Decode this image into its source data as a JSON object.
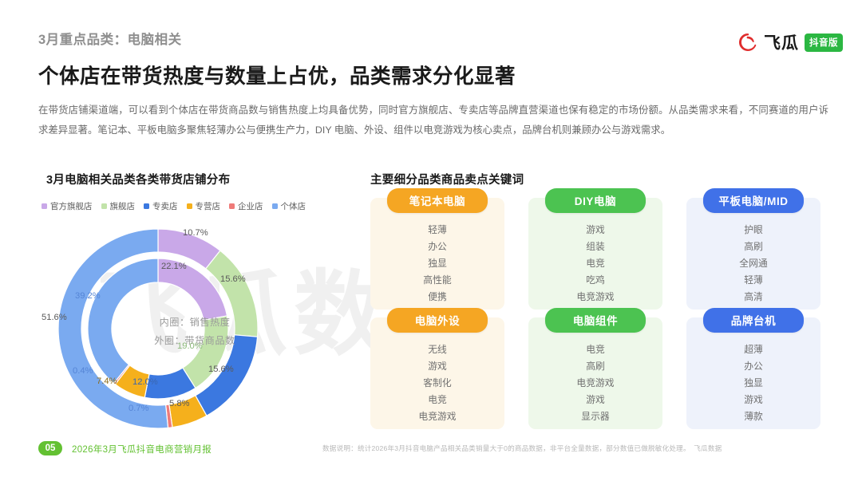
{
  "header": {
    "eyebrow": "3月重点品类：电脑相关",
    "headline": "个体店在带货热度与数量上占优，品类需求分化显著",
    "logo_text": "飞瓜",
    "logo_badge": "抖音版"
  },
  "lede": "在带货店铺渠道端，可以看到个体店在带货商品数与销售热度上均具备优势，同时官方旗舰店、专卖店等品牌直营渠道也保有稳定的市场份额。从品类需求来看，不同赛道的用户诉求差异显著。笔记本、平板电脑多聚焦轻薄办公与便携生产力，DIY 电脑、外设、组件以电竞游戏为核心卖点，品牌台机则兼顾办公与游戏需求。",
  "watermark": "飞瓜数据",
  "sections": {
    "chart_title": "3月电脑相关品类各类带货店铺分布",
    "cards_title": "主要细分品类商品卖点关键词"
  },
  "donut_center": {
    "inner_label": "内圈：销售热度",
    "outer_label": "外圈：带货商品数"
  },
  "chart_data": {
    "type": "pie",
    "title": "3月电脑相关品类各类带货店铺分布",
    "subtitle": "内圈：销售热度　外圈：带货商品数",
    "legend_position": "top",
    "categories": [
      "官方旗舰店",
      "旗舰店",
      "专卖店",
      "专营店",
      "企业店",
      "个体店"
    ],
    "colors": [
      "#c9a8e8",
      "#c2e3aa",
      "#3b78e0",
      "#f5b01c",
      "#ef7b79",
      "#7aaaf0"
    ],
    "series": [
      {
        "name": "销售热度",
        "ring": "inner",
        "values": [
          22.1,
          19.0,
          12.0,
          7.4,
          0.4,
          39.2
        ],
        "labels": [
          "22.1%",
          "19.0%",
          "12.0%",
          "7.4%",
          "0.4%",
          "39.2%"
        ]
      },
      {
        "name": "带货商品数",
        "ring": "outer",
        "values": [
          10.7,
          15.6,
          15.6,
          5.8,
          0.7,
          51.6
        ],
        "labels": [
          "10.7%",
          "15.6%",
          "15.6%",
          "5.8%",
          "0.7%",
          "51.6%"
        ]
      }
    ]
  },
  "cards": [
    {
      "title": "笔记本电脑",
      "color": "orange",
      "keywords": [
        "轻薄",
        "办公",
        "独显",
        "高性能",
        "便携"
      ]
    },
    {
      "title": "DIY电脑",
      "color": "green",
      "keywords": [
        "游戏",
        "组装",
        "电竞",
        "吃鸡",
        "电竞游戏"
      ]
    },
    {
      "title": "平板电脑/MID",
      "color": "blue",
      "keywords": [
        "护眼",
        "高刷",
        "全网通",
        "轻薄",
        "高清"
      ]
    },
    {
      "title": "电脑外设",
      "color": "orange",
      "keywords": [
        "无线",
        "游戏",
        "客制化",
        "电竞",
        "电竞游戏"
      ]
    },
    {
      "title": "电脑组件",
      "color": "green",
      "keywords": [
        "电竞",
        "高刷",
        "电竞游戏",
        "游戏",
        "显示器"
      ]
    },
    {
      "title": "品牌台机",
      "color": "blue",
      "keywords": [
        "超薄",
        "办公",
        "独显",
        "游戏",
        "薄款"
      ]
    }
  ],
  "footer": {
    "page_number": "05",
    "title": "2026年3月飞瓜抖音电商营销月报",
    "note": "数据说明：统计2026年3月抖音电脑产品相关品类销量大于0的商品数据，非平台全量数据，部分数值已做脱敏化处理。　飞瓜数据"
  }
}
